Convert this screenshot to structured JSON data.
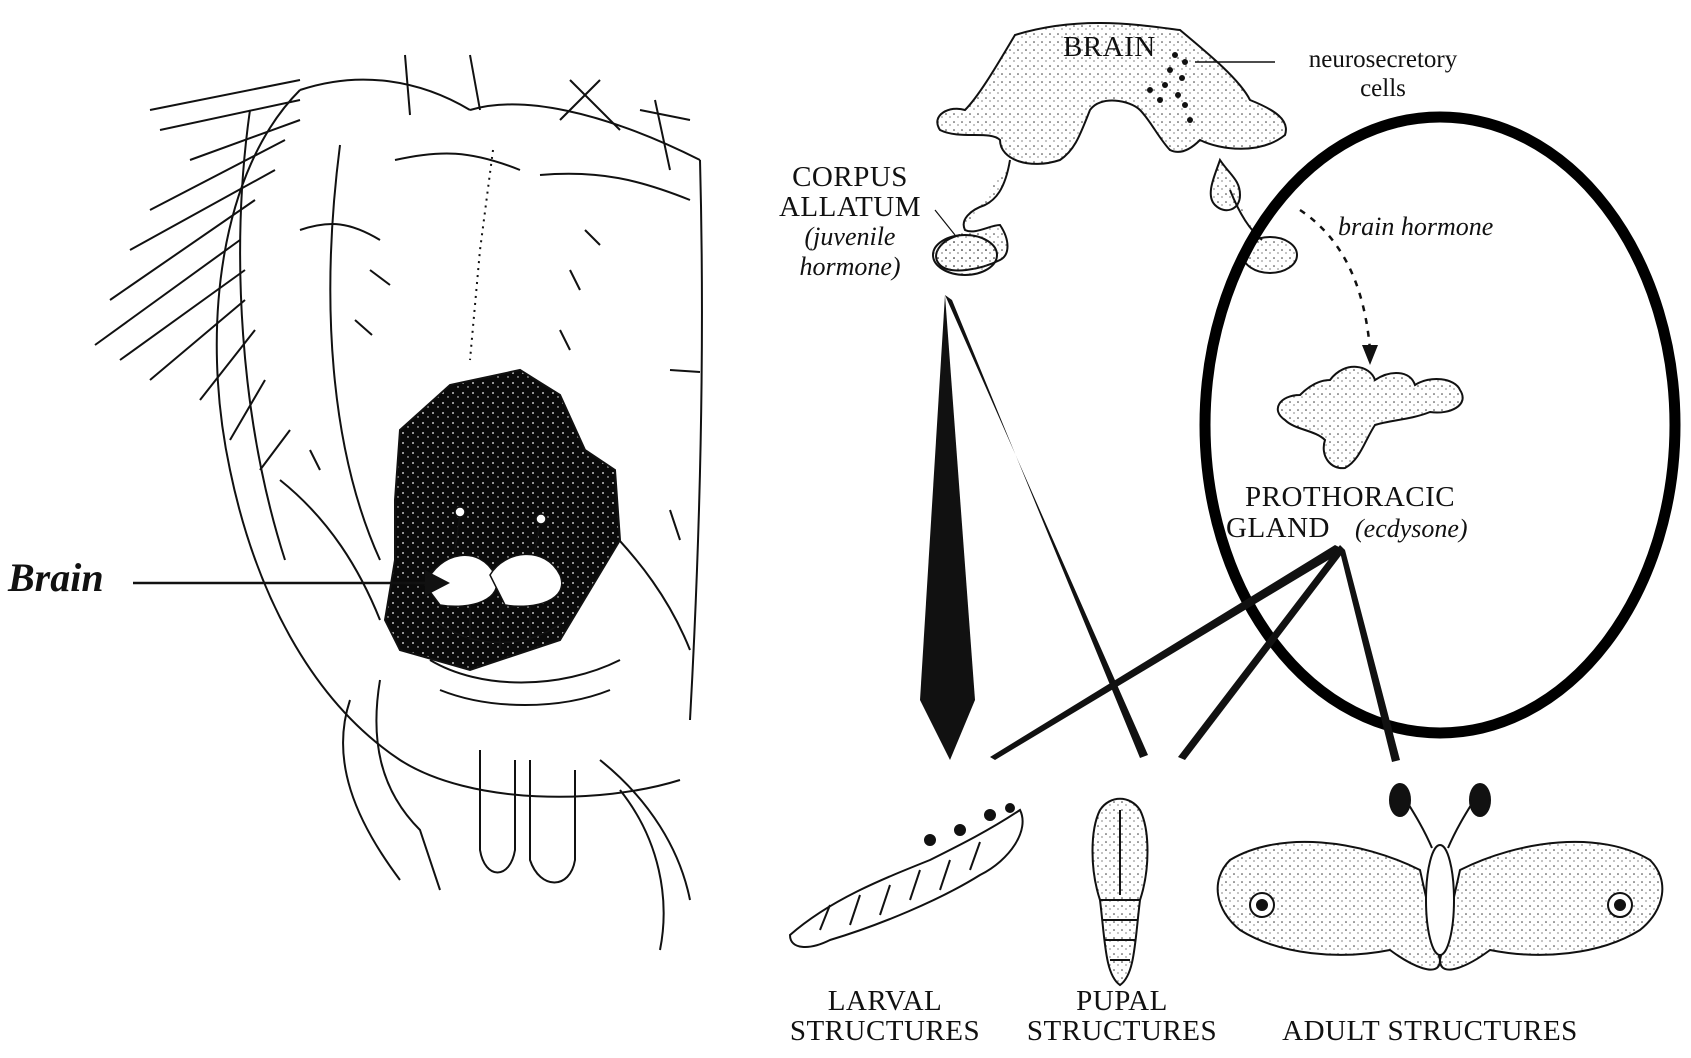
{
  "left_panel": {
    "label": "Brain"
  },
  "right_panel": {
    "brain_label": "BRAIN",
    "neurosecretory_label": "neurosecretory\ncells",
    "corpus_allatum": {
      "line1": "CORPUS",
      "line2": "ALLATUM",
      "line3": "(juvenile",
      "line4": "hormone)"
    },
    "brain_hormone_label": "brain hormone",
    "prothoracic_gland": {
      "line1": "PROTHORACIC",
      "line2": "GLAND",
      "line2_italic": "(ecdysone)"
    },
    "outputs": {
      "larval": {
        "line1": "LARVAL",
        "line2": "STRUCTURES"
      },
      "pupal": {
        "line1": "PUPAL",
        "line2": "STRUCTURES"
      },
      "adult": {
        "line1": "ADULT STRUCTURES"
      }
    }
  },
  "colors": {
    "ink": "#111111",
    "background": "#ffffff",
    "highlight_ellipse": "#000000"
  }
}
